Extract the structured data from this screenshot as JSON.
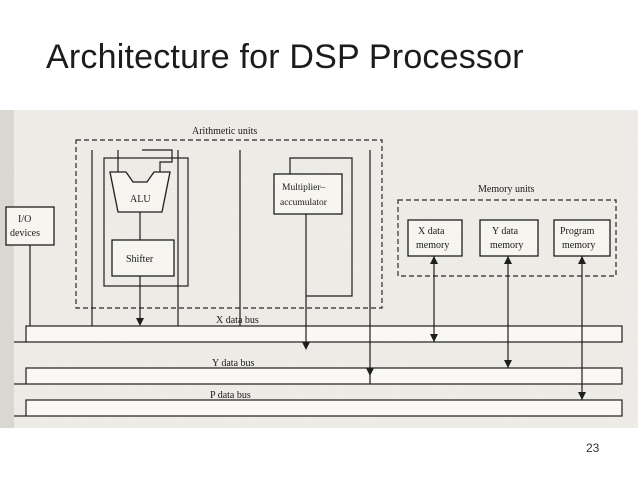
{
  "slide": {
    "title": "Architecture for DSP Processor",
    "page_number": "23"
  },
  "diagram": {
    "arithmetic_group_label": "Arithmetic units",
    "memory_group_label": "Memory units",
    "alu": "ALU",
    "shifter": "Shifter",
    "mac_line1": "Multiplier–",
    "mac_line2": "accumulator",
    "io_line1": "I/O",
    "io_line2": "devices",
    "xmem_line1": "X data",
    "xmem_line2": "memory",
    "ymem_line1": "Y data",
    "ymem_line2": "memory",
    "pmem_line1": "Program",
    "pmem_line2": "memory",
    "x_bus": "X data bus",
    "y_bus": "Y data bus",
    "p_bus": "P data bus"
  }
}
